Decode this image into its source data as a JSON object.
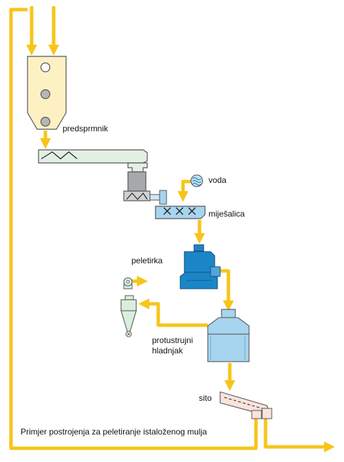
{
  "labels": {
    "hopper": "predsprmnik",
    "water": "voda",
    "mixer": "miješalica",
    "pelletizer": "peletirka",
    "cooler_line1": "protustrujni",
    "cooler_line2": "hladnjak",
    "screen": "sito",
    "caption": "Primjer postrojenja za peletiranje istaloženog mulja"
  },
  "colors": {
    "flow": "#f7c51a",
    "hopper_fill": "#fdf1c4",
    "conveyor_fill": "#e2efe3",
    "gray_unit": "#a6a8aa",
    "blue_unit": "#1b86c7",
    "light_blue": "#a7d4ee",
    "cyclone_fill": "#d9efdc",
    "screen_fill": "#f9e3dc"
  }
}
